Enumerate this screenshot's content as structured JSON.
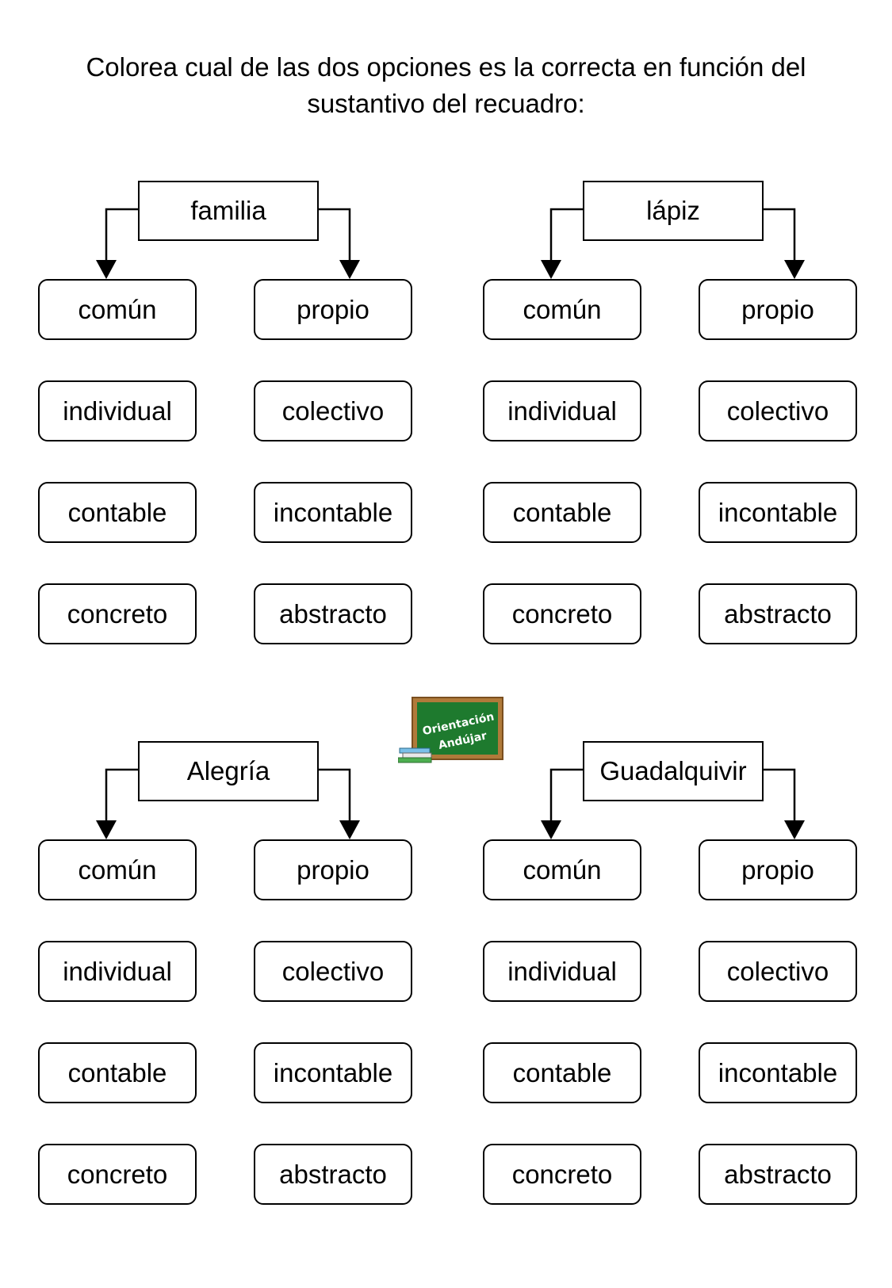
{
  "title": {
    "line1": "Colorea cual de las dos opciones es la correcta en función del",
    "line2": "sustantivo del recuadro:"
  },
  "blocks": [
    {
      "noun": "familia",
      "rows": [
        [
          "común",
          "propio"
        ],
        [
          "individual",
          "colectivo"
        ],
        [
          "contable",
          "incontable"
        ],
        [
          "concreto",
          "abstracto"
        ]
      ]
    },
    {
      "noun": "lápiz",
      "rows": [
        [
          "común",
          "propio"
        ],
        [
          "individual",
          "colectivo"
        ],
        [
          "contable",
          "incontable"
        ],
        [
          "concreto",
          "abstracto"
        ]
      ]
    },
    {
      "noun": "Alegría",
      "rows": [
        [
          "común",
          "propio"
        ],
        [
          "individual",
          "colectivo"
        ],
        [
          "contable",
          "incontable"
        ],
        [
          "concreto",
          "abstracto"
        ]
      ]
    },
    {
      "noun": "Guadalquivir",
      "rows": [
        [
          "común",
          "propio"
        ],
        [
          "individual",
          "colectivo"
        ],
        [
          "contable",
          "incontable"
        ],
        [
          "concreto",
          "abstracto"
        ]
      ]
    }
  ],
  "logo": {
    "line1": "Orientación",
    "line2": "Andújar",
    "board_color": "#1e7a2e",
    "frame_color": "#b07a3a"
  }
}
